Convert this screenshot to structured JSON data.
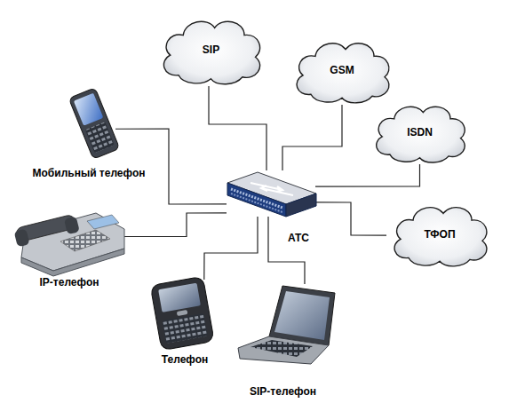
{
  "diagram": {
    "nodes": [
      {
        "text": [
          "SIP"
        ]
      },
      {
        "text": [
          "GSM"
        ]
      },
      {
        "text": [
          "Мобильный телефон"
        ]
      },
      {
        "text": [
          "ISDN"
        ]
      },
      {
        "text": [
          "АТС"
        ]
      },
      {
        "text": [
          "ТФОП"
        ]
      },
      {
        "text": [
          "IP-телефон"
        ]
      },
      {
        "text": [
          "Телефон"
        ]
      },
      {
        "text": [
          "SIP-телефон"
        ]
      }
    ],
    "edges": [
      {
        "from": 4,
        "to": 0,
        "arrow": "none"
      },
      {
        "from": 4,
        "to": 1,
        "arrow": "none"
      },
      {
        "from": 4,
        "to": 3,
        "arrow": "none"
      },
      {
        "from": 4,
        "to": 2,
        "arrow": "none"
      },
      {
        "from": 4,
        "to": 5,
        "arrow": "none"
      },
      {
        "from": 4,
        "to": 6,
        "arrow": "none"
      },
      {
        "from": 4,
        "to": 7,
        "arrow": "none"
      },
      {
        "from": 4,
        "to": 8,
        "arrow": "none"
      }
    ]
  }
}
